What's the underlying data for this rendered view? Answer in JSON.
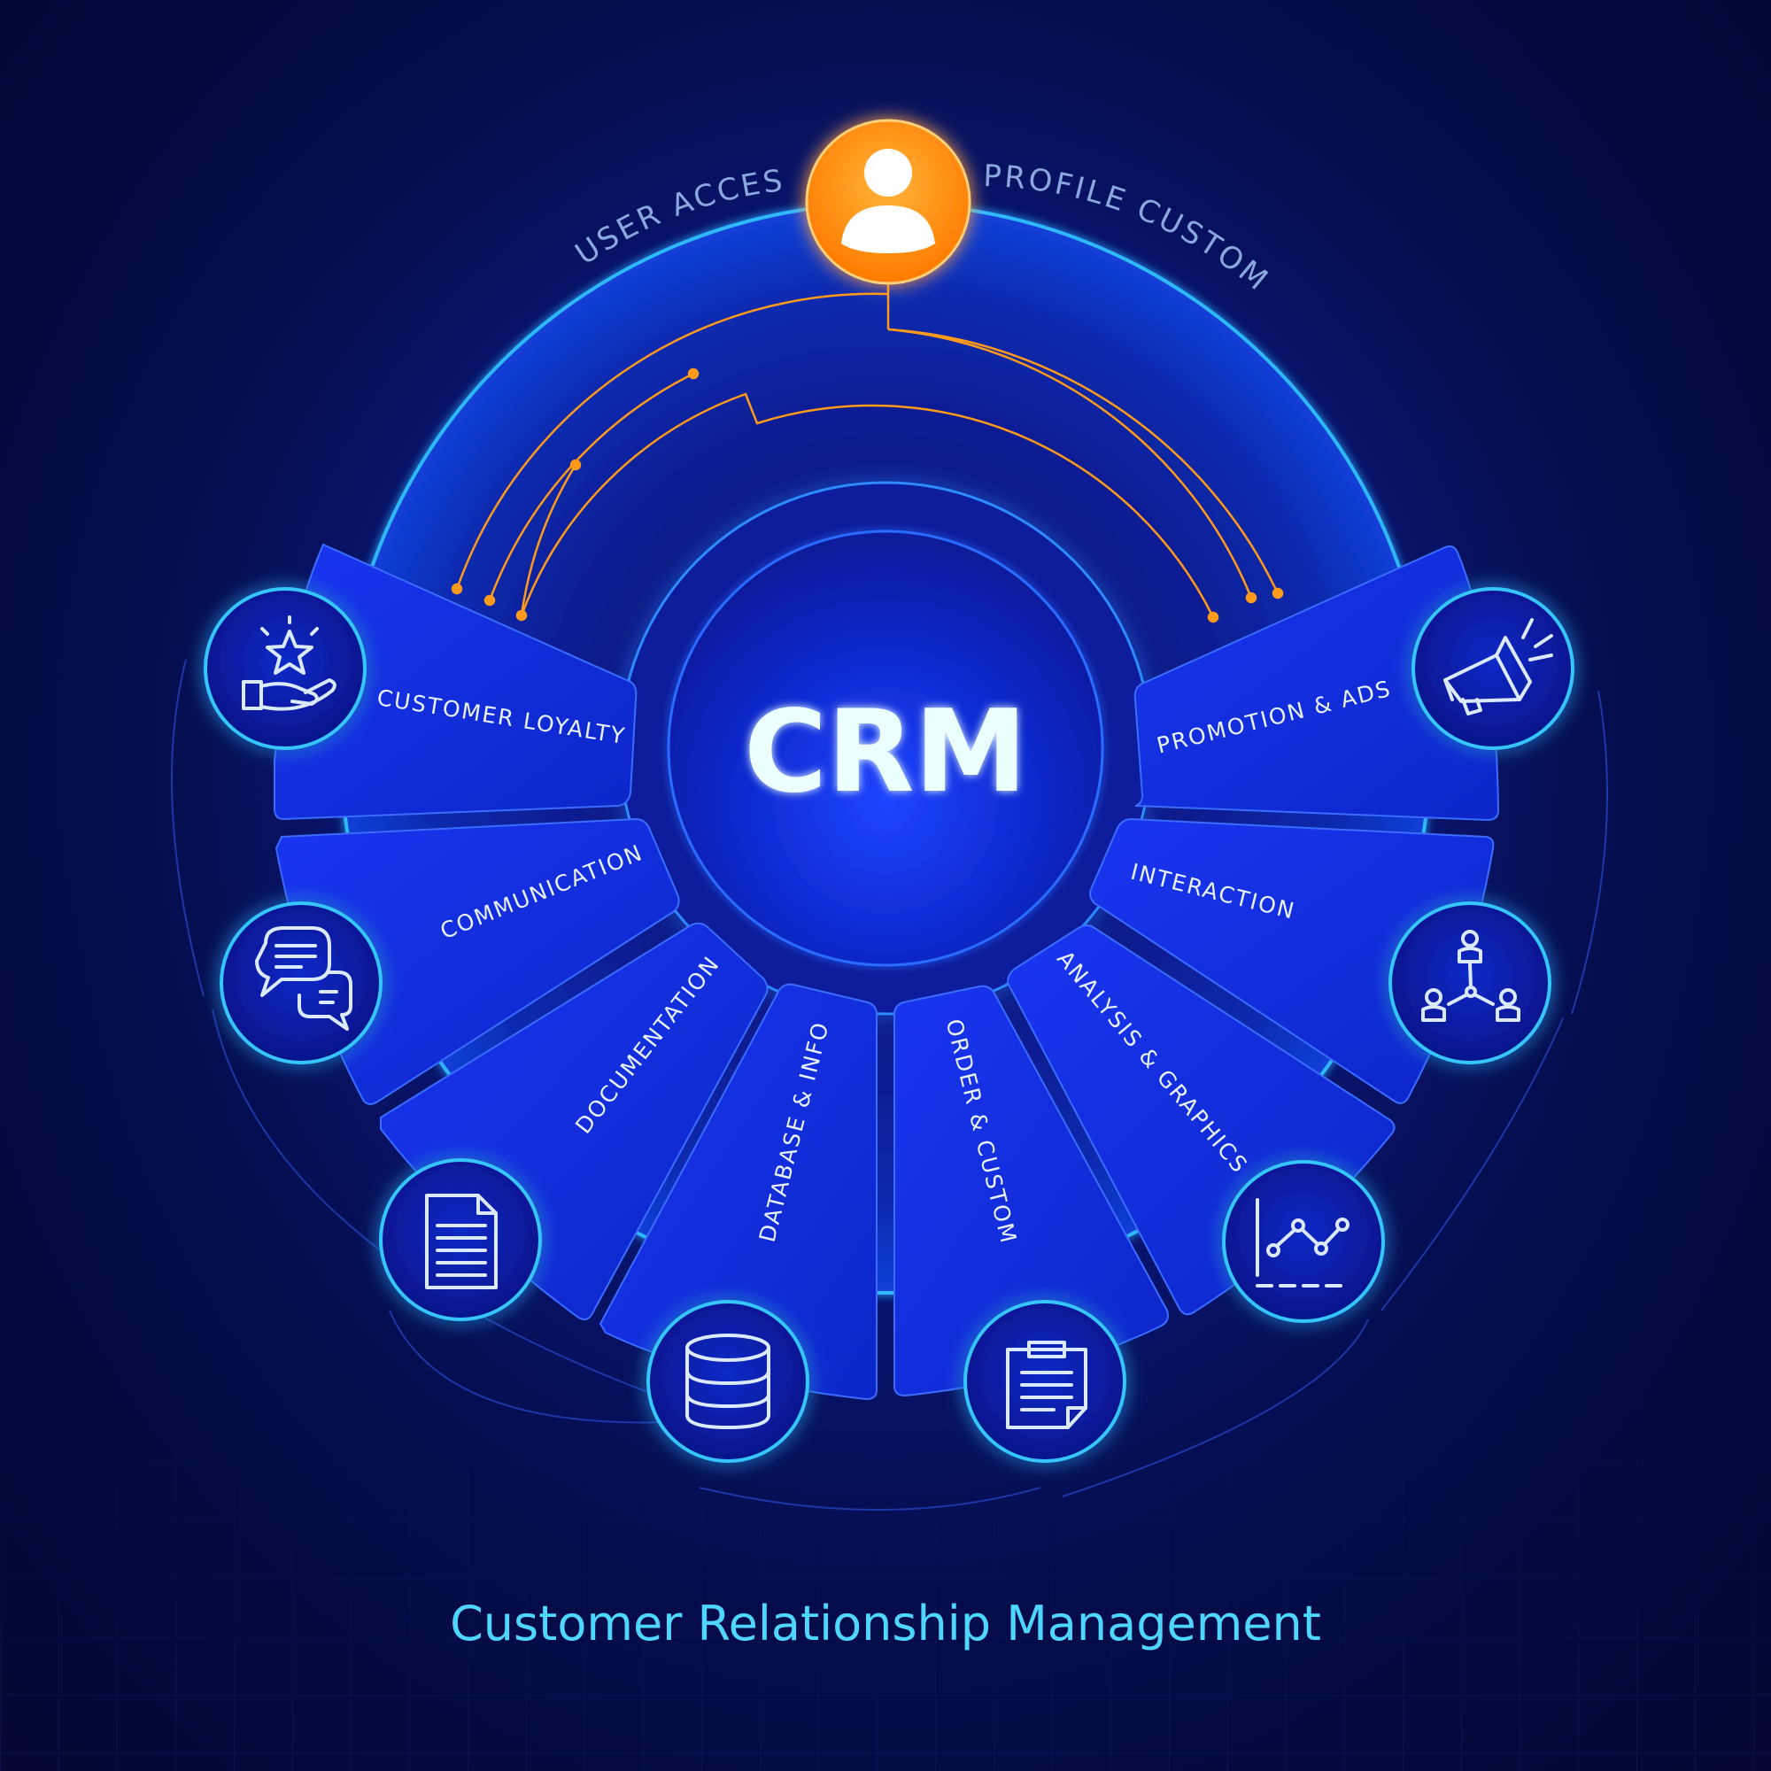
{
  "hub": {
    "title": "CRM"
  },
  "top_node": {
    "icon": "user-icon",
    "color": "#ff9a1a"
  },
  "arc_labels": {
    "left": "USER ACCESS",
    "right": "PROFILE CUSTOM"
  },
  "segments": [
    {
      "label": "CUSTOMER LOYALTY",
      "icon": "hand-star-icon"
    },
    {
      "label": "COMMUNICATION",
      "icon": "chat-bubbles-icon"
    },
    {
      "label": "DOCUMENTATION",
      "icon": "document-icon"
    },
    {
      "label": "DATABASE & INFO",
      "icon": "database-icon"
    },
    {
      "label": "ORDER & CUSTOM",
      "icon": "clipboard-icon"
    },
    {
      "label": "ANALYSIS & GRAPHICS",
      "icon": "line-chart-icon"
    },
    {
      "label": "INTERACTION",
      "icon": "network-people-icon"
    },
    {
      "label": "PROMOTION & ADS",
      "icon": "megaphone-icon"
    }
  ],
  "footer": {
    "caption": "Customer Relationship Management"
  },
  "colors": {
    "accent": "#4fd6ff",
    "panel": "#1a3cff",
    "orange": "#ff9a1a",
    "background": "#050c4a"
  }
}
